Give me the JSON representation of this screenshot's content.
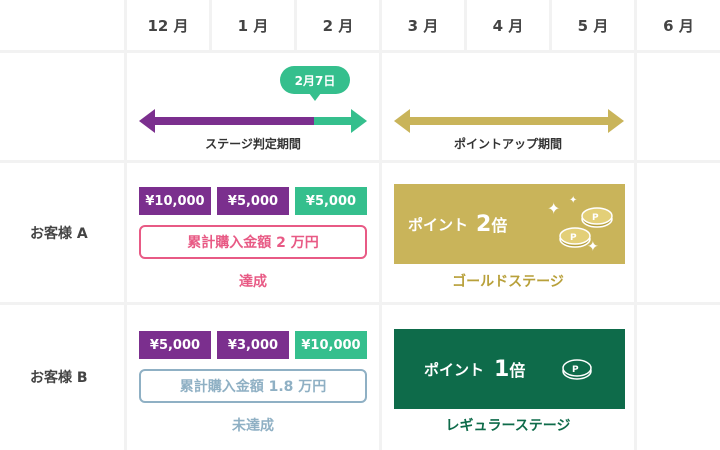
{
  "months": [
    "12 月",
    "1 月",
    "2 月",
    "3 月",
    "4 月",
    "5 月",
    "6 月"
  ],
  "timeline": {
    "date_bubble": "2月7日",
    "judge_period": "ステージ判定期間",
    "pointup_period": "ポイントアップ期間"
  },
  "customer_a": {
    "name": "お客様 A",
    "amounts": [
      "¥10,000",
      "¥5,000",
      "¥5,000"
    ],
    "total": "累計購入金額 2 万円",
    "status": "達成",
    "points_label": "ポイント",
    "points_mult": "2",
    "points_suffix": "倍",
    "stage": "ゴールドステージ"
  },
  "customer_b": {
    "name": "お客様 B",
    "amounts": [
      "¥5,000",
      "¥3,000",
      "¥10,000"
    ],
    "total": "累計購入金額 1.8 万円",
    "status": "未達成",
    "points_label": "ポイント",
    "points_mult": "1",
    "points_suffix": "倍",
    "stage": "レギュラーステージ"
  },
  "colors": {
    "purple": "#7b2f8e",
    "green": "#35bf8d",
    "gold": "#c9b45a",
    "dark_green": "#0e6b4a",
    "pink": "#e85a85",
    "gray_blue": "#8fb0c4"
  }
}
